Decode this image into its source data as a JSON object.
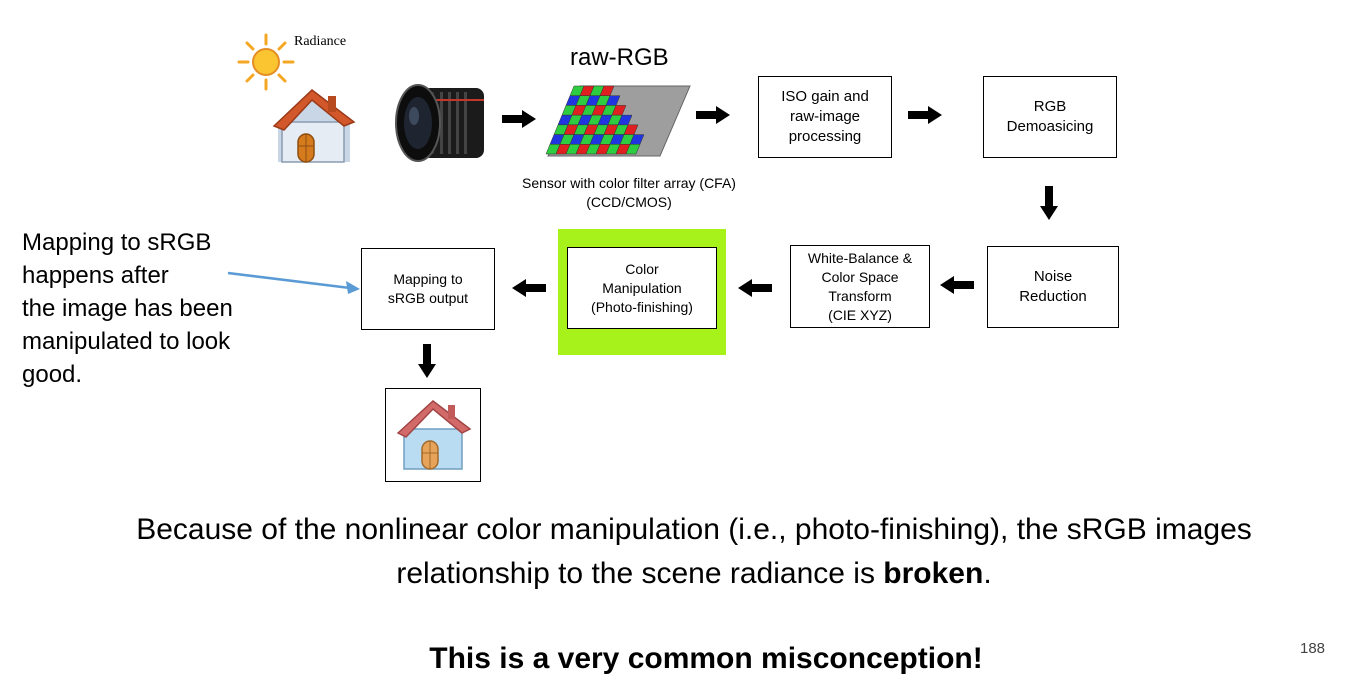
{
  "radiance_label": "Radiance",
  "raw_rgb_label": "raw-RGB",
  "sensor_caption": "Sensor with color filter array  (CFA)\n(CCD/CMOS)",
  "boxes": {
    "iso": "ISO gain and\nraw-image\nprocessing",
    "demosaic": "RGB\nDemoasicing",
    "noise": "Noise\nReduction",
    "white_balance": "White-Balance &\nColor Space\nTransform\n(CIE XYZ)",
    "color_manip": "Color\nManipulation\n(Photo-finishing)",
    "mapping": "Mapping to\nsRGB output"
  },
  "side_note": "Mapping to sRGB\nhappens after\nthe image has been\nmanipulated to look\ngood.",
  "statement": {
    "line1": "Because of the nonlinear color manipulation (i.e., photo-finishing), the sRGB images",
    "line2_prefix": "relationship to the scene radiance is ",
    "line2_bold": "broken",
    "line2_suffix": "."
  },
  "conclusion": "This is a very common misconception!",
  "slide_number": "188",
  "colors": {
    "highlight": "#a6f21a",
    "pointer_arrow": "#5b9bd5"
  }
}
